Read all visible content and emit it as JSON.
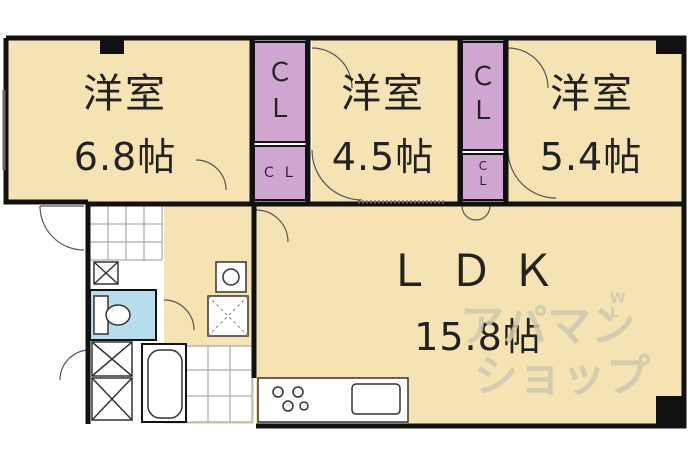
{
  "rooms": {
    "western_a": {
      "name": "洋室",
      "size": "6.8帖"
    },
    "western_b": {
      "name": "洋室",
      "size": "4.5帖"
    },
    "western_c": {
      "name": "洋室",
      "size": "5.4帖"
    },
    "ldk": {
      "name": "ＬＤＫ",
      "size": "15.8帖"
    }
  },
  "closets": {
    "cl_a_top": "Ｃ",
    "cl_a_bottom": "Ｌ",
    "cl_a_small": "ＣＬ",
    "cl_b_top": "Ｃ",
    "cl_b_bottom": "Ｌ",
    "cl_b_small_top": "Ｃ",
    "cl_b_small_bottom": "Ｌ"
  },
  "watermark": {
    "line1": "アパマン",
    "line2": "ショップ",
    "badge": "WL"
  },
  "colors": {
    "room_fill": "#f5e3b3",
    "closet_fill": "#cfa6cf",
    "tile_fill": "#ffffff",
    "bath_fill": "#b7dcec",
    "wall": "#111111"
  }
}
